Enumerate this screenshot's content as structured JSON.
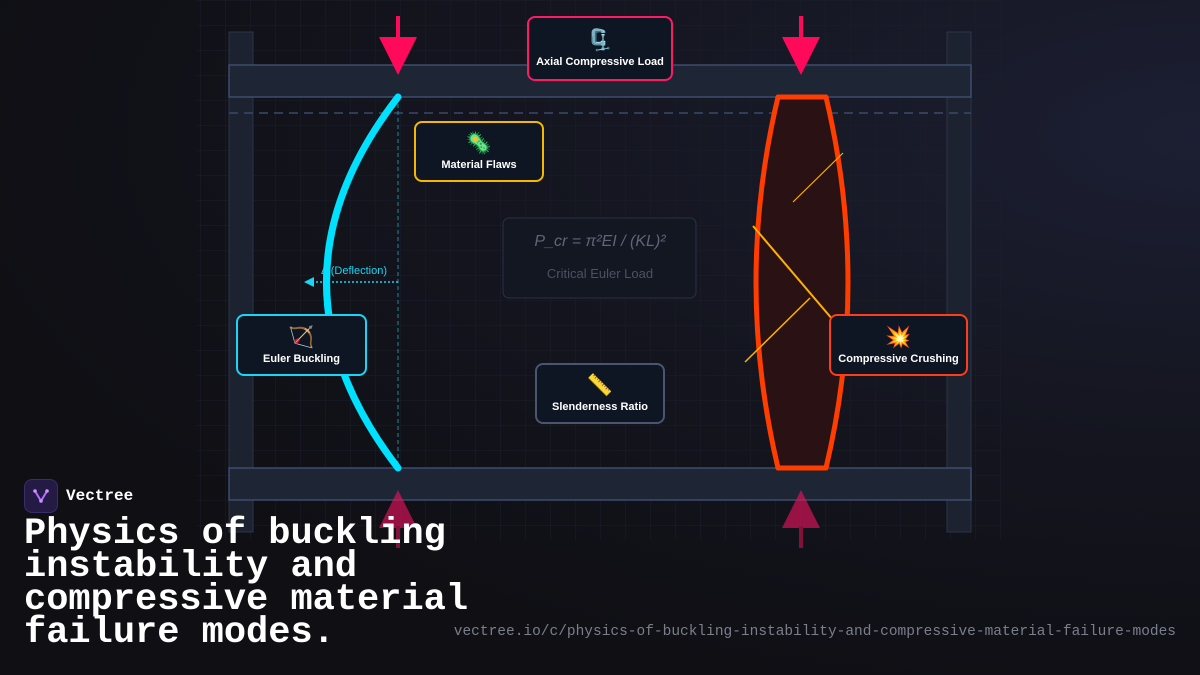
{
  "cards": {
    "axial_load": {
      "icon": "🗜️",
      "label": "Axial Compressive Load",
      "color": "#ff1a66"
    },
    "material_flaws": {
      "icon": "🦠",
      "label": "Material Flaws",
      "color": "#f5b800"
    },
    "euler_buckling": {
      "icon": "🏹",
      "label": "Euler Buckling",
      "color": "#1ad5f5"
    },
    "slenderness_ratio": {
      "icon": "📏",
      "label": "Slenderness Ratio",
      "color": "#4a5670"
    },
    "compressive_crushing": {
      "icon": "💥",
      "label": "Compressive Crushing",
      "color": "#ff3d1a"
    }
  },
  "formula": {
    "equation": "P_cr = π²EI / (KL)²",
    "caption": "Critical Euler Load"
  },
  "deflection_label": "Δ (Deflection)",
  "brand": {
    "name": "Vectree"
  },
  "title": "Physics of buckling instability and compressive material failure modes.",
  "url": "vectree.io/c/physics-of-buckling-instability-and-compressive-material-failure-modes",
  "colors": {
    "load_arrow": "#ff0a5a",
    "buckled_column": "#00e0ff",
    "crushed_column": "#ff3d00",
    "crack": "#ffb000",
    "frame": "#1e2433"
  }
}
